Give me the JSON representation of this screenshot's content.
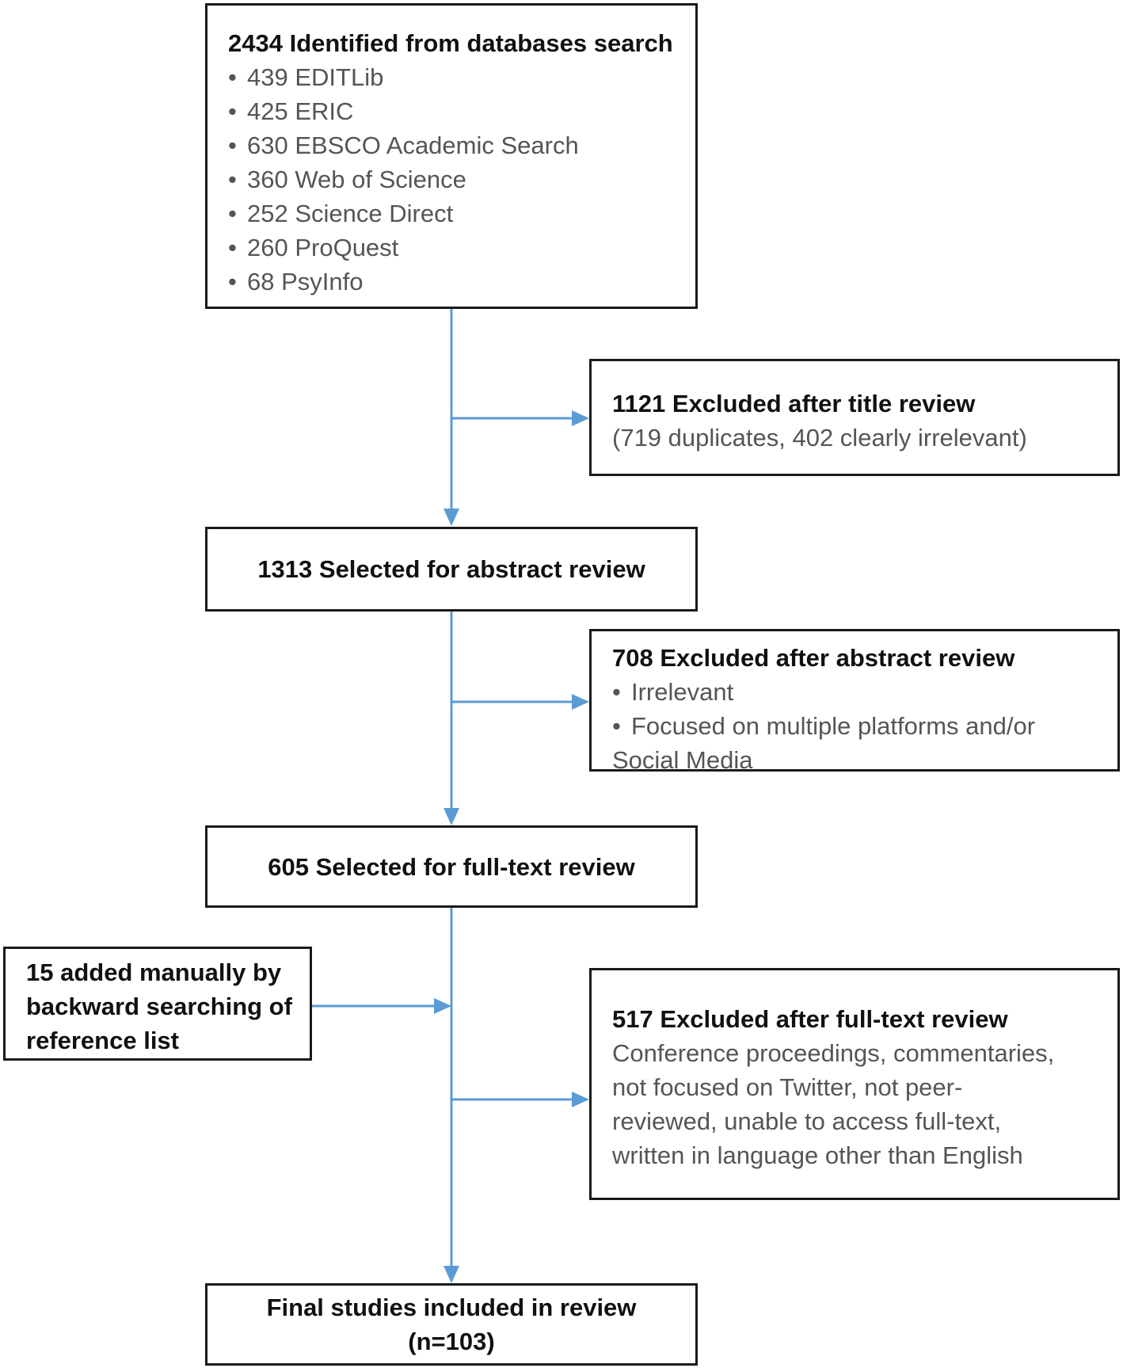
{
  "identified": {
    "title": "2434 Identified from databases search",
    "items": [
      "439 EDITLib",
      "425 ERIC",
      "630 EBSCO Academic Search",
      "360 Web of Science",
      "252 Science Direct",
      "260 ProQuest",
      "68 PsyInfo"
    ]
  },
  "excluded_title": {
    "title": "1121 Excluded after title review",
    "detail": "(719 duplicates, 402 clearly irrelevant)"
  },
  "abstract_review": {
    "title": "1313 Selected for abstract review"
  },
  "excluded_abstract": {
    "title": "708 Excluded after abstract review",
    "items": [
      "Irrelevant",
      "Focused on multiple platforms and/or"
    ],
    "continuation": "Social Media"
  },
  "fulltext_review": {
    "title": "605 Selected for full-text review"
  },
  "added_manually": {
    "lines": [
      "15 added manually by",
      "backward searching of",
      "reference list"
    ]
  },
  "excluded_fulltext": {
    "title": "517 Excluded after full-text review",
    "lines": [
      "Conference proceedings, commentaries,",
      "not focused on Twitter, not peer-",
      "reviewed, unable to access full-text,",
      "written in language other than English"
    ]
  },
  "final": {
    "title": "Final studies included in review",
    "count": "(n=103)"
  },
  "colors": {
    "arrow": "#5b9bd5",
    "border": "#1a1a1a",
    "heading_text": "#111111",
    "body_text": "#555555"
  }
}
